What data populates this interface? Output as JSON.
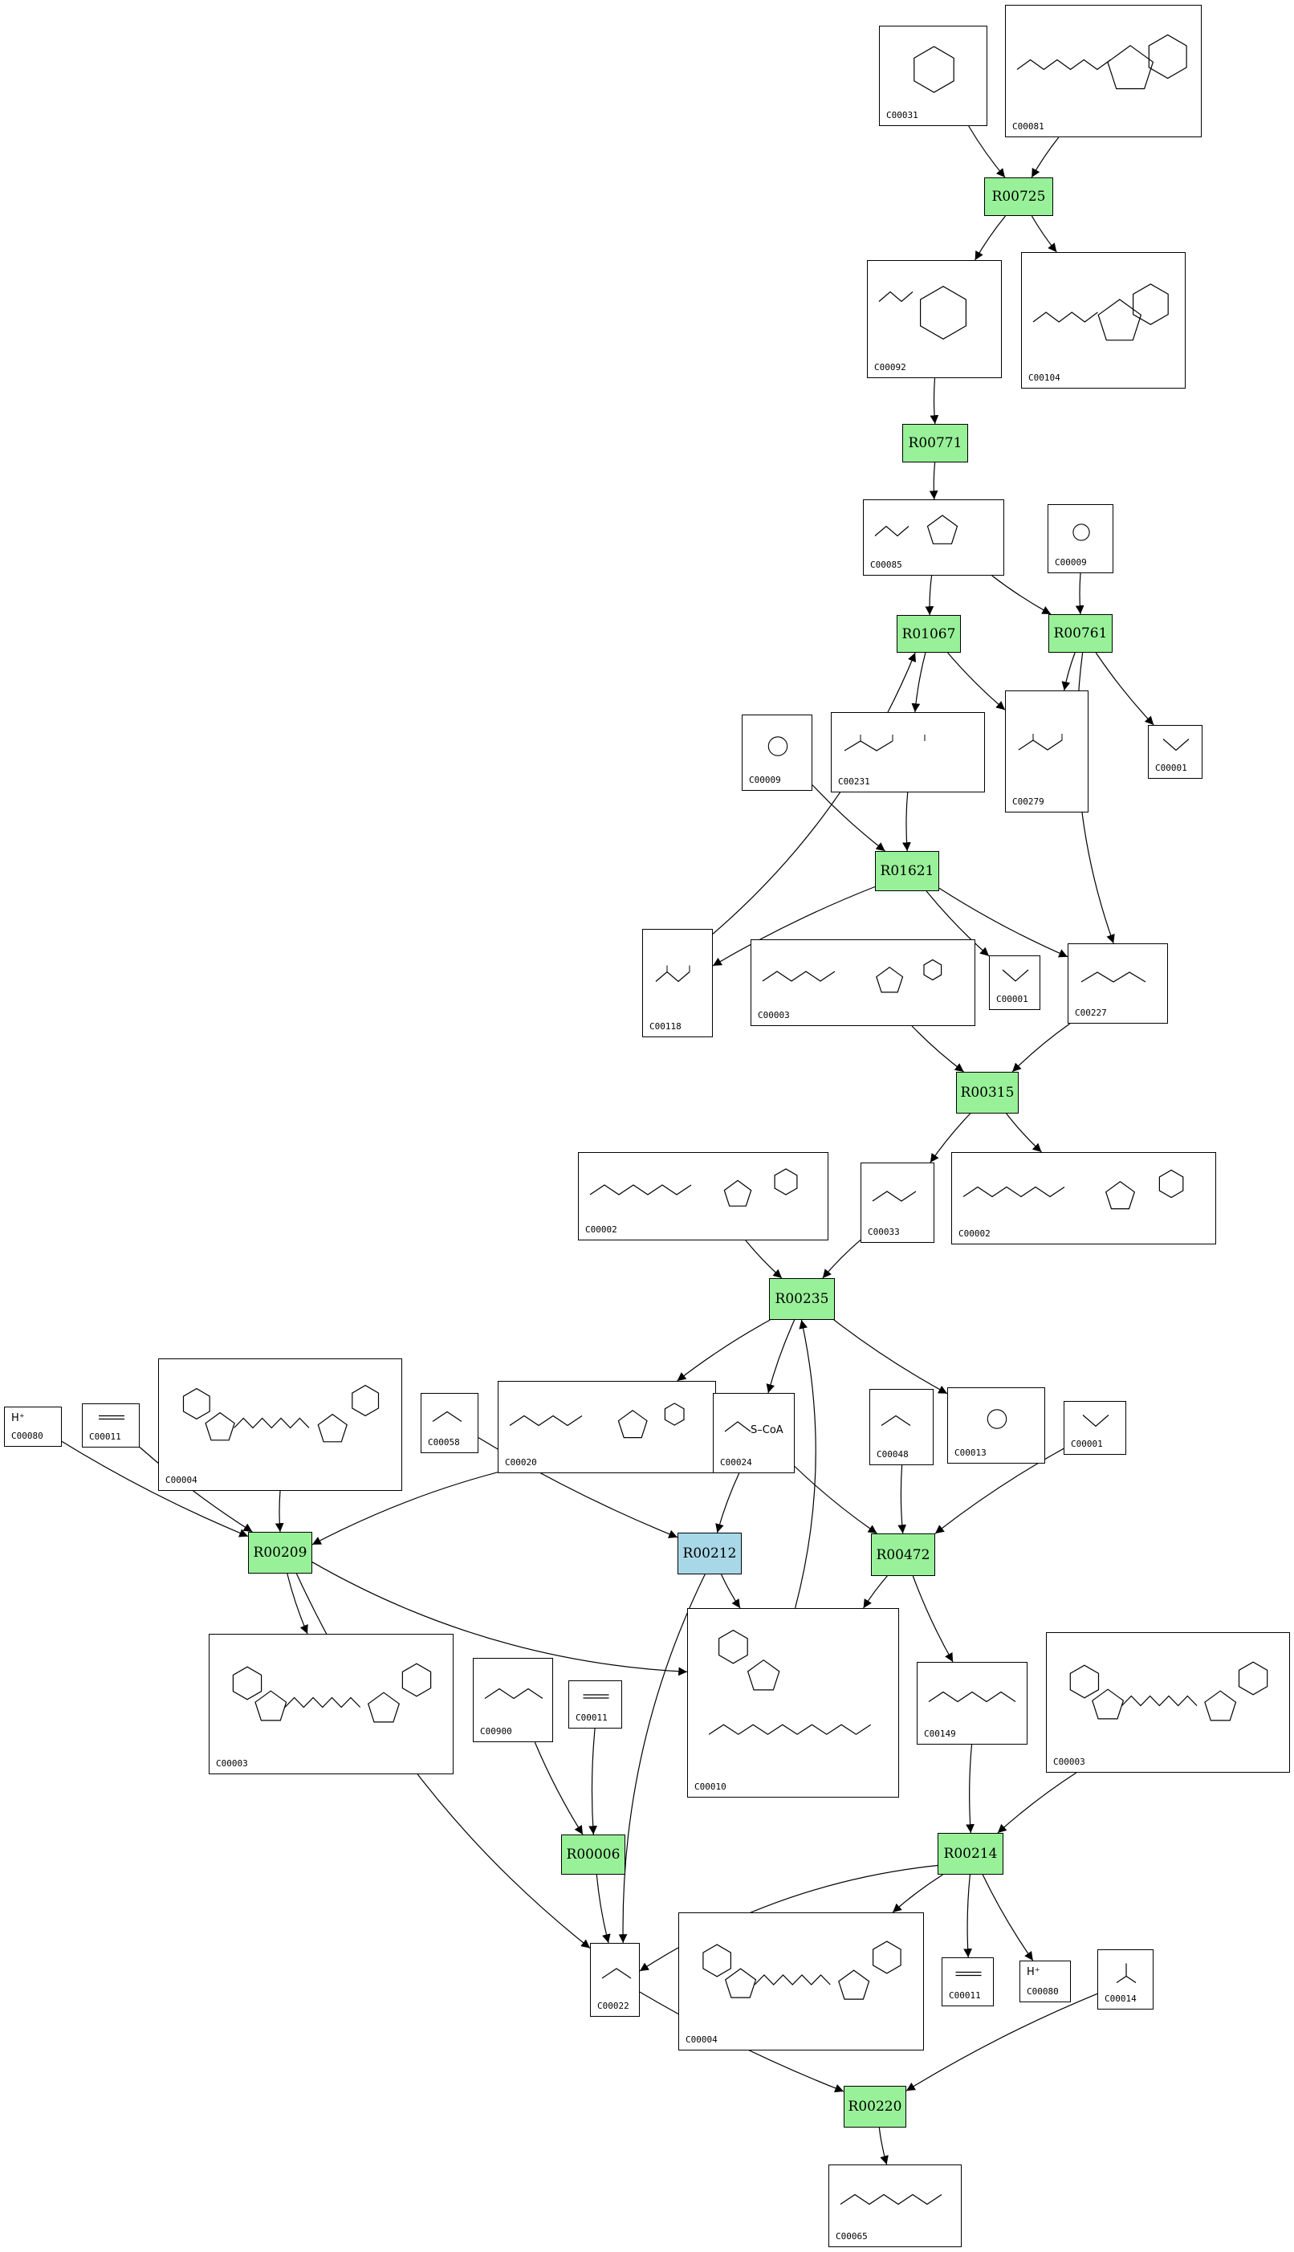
{
  "colors": {
    "reaction_fill": "#98f198",
    "highlight_fill": "#a8d8e8",
    "border": "#000000",
    "edge": "#000000"
  },
  "compounds": [
    {
      "id": "c00031a",
      "label": "C00031",
      "kind": "sugar"
    },
    {
      "id": "c00081",
      "label": "C00081",
      "kind": "nucleotide3"
    },
    {
      "id": "c00092",
      "label": "C00092",
      "kind": "sugarP"
    },
    {
      "id": "c00104",
      "label": "C00104",
      "kind": "nucleotide2"
    },
    {
      "id": "c00085",
      "label": "C00085",
      "kind": "fructoseP"
    },
    {
      "id": "c00009a",
      "label": "C00009",
      "kind": "phosphate"
    },
    {
      "id": "c00231",
      "label": "C00231",
      "kind": "chainP"
    },
    {
      "id": "c00009b",
      "label": "C00009",
      "kind": "phosphate"
    },
    {
      "id": "c00279",
      "label": "C00279",
      "kind": "chainP"
    },
    {
      "id": "c00001a",
      "label": "C00001",
      "kind": "water"
    },
    {
      "id": "c00118",
      "label": "C00118",
      "kind": "chainP"
    },
    {
      "id": "c00003b",
      "label": "C00003",
      "kind": "nucleotide1"
    },
    {
      "id": "c00001b",
      "label": "C00001",
      "kind": "water"
    },
    {
      "id": "c00227",
      "label": "C00227",
      "kind": "acylP"
    },
    {
      "id": "c00002a",
      "label": "C00002",
      "kind": "nucleotide3"
    },
    {
      "id": "c00033",
      "label": "C00033",
      "kind": "small"
    },
    {
      "id": "c00002b",
      "label": "C00002",
      "kind": "nucleotide3"
    },
    {
      "id": "c00080a",
      "label": "C00080",
      "kind": "proton",
      "formula": "H⁺"
    },
    {
      "id": "c00011a",
      "label": "C00011",
      "kind": "co2"
    },
    {
      "id": "c00004a",
      "label": "C00004",
      "kind": "dinucleotide"
    },
    {
      "id": "c00058",
      "label": "C00058",
      "kind": "small"
    },
    {
      "id": "c00020",
      "label": "C00020",
      "kind": "nucleotide1"
    },
    {
      "id": "c00024",
      "label": "C00024",
      "kind": "acetylcoa",
      "formula": "S–CoA"
    },
    {
      "id": "c00048",
      "label": "C00048",
      "kind": "small"
    },
    {
      "id": "c00013",
      "label": "C00013",
      "kind": "phosphate"
    },
    {
      "id": "c00001c",
      "label": "C00001",
      "kind": "water"
    },
    {
      "id": "c00003a",
      "label": "C00003",
      "kind": "dinucleotide"
    },
    {
      "id": "c00900",
      "label": "C00900",
      "kind": "small"
    },
    {
      "id": "c00011b",
      "label": "C00011",
      "kind": "co2"
    },
    {
      "id": "c00010",
      "label": "C00010",
      "kind": "coa"
    },
    {
      "id": "c00149",
      "label": "C00149",
      "kind": "small"
    },
    {
      "id": "c00003c",
      "label": "C00003",
      "kind": "dinucleotide"
    },
    {
      "id": "c00022",
      "label": "C00022",
      "kind": "small"
    },
    {
      "id": "c00004b",
      "label": "C00004",
      "kind": "dinucleotide"
    },
    {
      "id": "c00011c",
      "label": "C00011",
      "kind": "co2"
    },
    {
      "id": "c00080b",
      "label": "C00080",
      "kind": "proton",
      "formula": "H⁺"
    },
    {
      "id": "c00014",
      "label": "C00014",
      "kind": "ammonia"
    },
    {
      "id": "c00065",
      "label": "C00065",
      "kind": "small"
    }
  ],
  "reactions": [
    {
      "id": "r00725",
      "label": "R00725",
      "highlight": false
    },
    {
      "id": "r00771",
      "label": "R00771",
      "highlight": false
    },
    {
      "id": "r01067",
      "label": "R01067",
      "highlight": false
    },
    {
      "id": "r00761",
      "label": "R00761",
      "highlight": false
    },
    {
      "id": "r01621",
      "label": "R01621",
      "highlight": false
    },
    {
      "id": "r00315",
      "label": "R00315",
      "highlight": false
    },
    {
      "id": "r00235",
      "label": "R00235",
      "highlight": false
    },
    {
      "id": "r00209",
      "label": "R00209",
      "highlight": false
    },
    {
      "id": "r00212",
      "label": "R00212",
      "highlight": true
    },
    {
      "id": "r00472",
      "label": "R00472",
      "highlight": false
    },
    {
      "id": "r00006",
      "label": "R00006",
      "highlight": false
    },
    {
      "id": "r00214",
      "label": "R00214",
      "highlight": false
    },
    {
      "id": "r00220",
      "label": "R00220",
      "highlight": false
    }
  ],
  "edges": [
    [
      "c00031a",
      "r00725"
    ],
    [
      "c00081",
      "r00725"
    ],
    [
      "r00725",
      "c00092"
    ],
    [
      "r00725",
      "c00104"
    ],
    [
      "c00092",
      "r00771"
    ],
    [
      "r00771",
      "c00085"
    ],
    [
      "c00085",
      "r01067"
    ],
    [
      "c00085",
      "r00761"
    ],
    [
      "c00009a",
      "r00761"
    ],
    [
      "r01067",
      "c00231"
    ],
    [
      "r01067",
      "c00279"
    ],
    [
      "r00761",
      "c00279"
    ],
    [
      "r00761",
      "c00001a"
    ],
    [
      "r00761",
      "c00227"
    ],
    [
      "c00231",
      "r01621"
    ],
    [
      "c00009b",
      "r01621"
    ],
    [
      "c00118",
      "r01067"
    ],
    [
      "r01621",
      "c00118"
    ],
    [
      "r01621",
      "c00001b"
    ],
    [
      "r01621",
      "c00227"
    ],
    [
      "c00003b",
      "r00315"
    ],
    [
      "c00227",
      "r00315"
    ],
    [
      "r00315",
      "c00033"
    ],
    [
      "r00315",
      "c00002b"
    ],
    [
      "c00002a",
      "r00235"
    ],
    [
      "c00033",
      "r00235"
    ],
    [
      "r00235",
      "c00020"
    ],
    [
      "r00235",
      "c00024"
    ],
    [
      "r00235",
      "c00013"
    ],
    [
      "c00010",
      "r00235"
    ],
    [
      "c00080a",
      "r00209"
    ],
    [
      "c00011a",
      "r00209"
    ],
    [
      "c00004a",
      "r00209"
    ],
    [
      "c00024",
      "r00209"
    ],
    [
      "r00209",
      "c00003a"
    ],
    [
      "r00209",
      "c00010"
    ],
    [
      "r00209",
      "c00022"
    ],
    [
      "c00058",
      "r00212"
    ],
    [
      "c00024",
      "r00212"
    ],
    [
      "r00212",
      "c00010"
    ],
    [
      "r00212",
      "c00022"
    ],
    [
      "c00024",
      "r00472"
    ],
    [
      "c00048",
      "r00472"
    ],
    [
      "c00001c",
      "r00472"
    ],
    [
      "r00472",
      "c00010"
    ],
    [
      "r00472",
      "c00149"
    ],
    [
      "c00900",
      "r00006"
    ],
    [
      "c00011b",
      "r00006"
    ],
    [
      "r00006",
      "c00022"
    ],
    [
      "c00149",
      "r00214"
    ],
    [
      "c00003c",
      "r00214"
    ],
    [
      "r00214",
      "c00022"
    ],
    [
      "r00214",
      "c00004b"
    ],
    [
      "r00214",
      "c00011c"
    ],
    [
      "r00214",
      "c00080b"
    ],
    [
      "c00022",
      "r00220"
    ],
    [
      "c00014",
      "r00220"
    ],
    [
      "r00220",
      "c00065"
    ]
  ]
}
